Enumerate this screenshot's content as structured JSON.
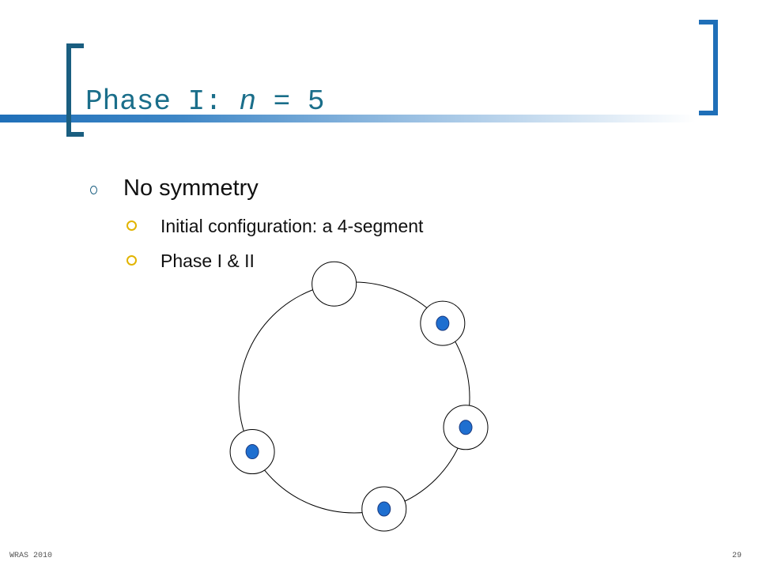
{
  "slide": {
    "title_prefix": "Phase I: ",
    "title_var": "n",
    "title_suffix": " = 5",
    "bullet": "No symmetry",
    "sub_bullets": [
      "Initial configuration: a 4-segment",
      "Phase I & II"
    ]
  },
  "diagram": {
    "robots": [
      {
        "angle_deg": 260,
        "occupied": false
      },
      {
        "angle_deg": 320,
        "occupied": true
      },
      {
        "angle_deg": 15,
        "occupied": true
      },
      {
        "angle_deg": 75,
        "occupied": true
      },
      {
        "angle_deg": 152,
        "occupied": true
      }
    ]
  },
  "colors": {
    "title": "#1a6e8a",
    "dot": "#1f6fd0",
    "dot_stroke": "#1a3a80",
    "sub_marker": "#e2b400"
  },
  "footer": {
    "left": "WRAS 2010",
    "right": "29"
  }
}
